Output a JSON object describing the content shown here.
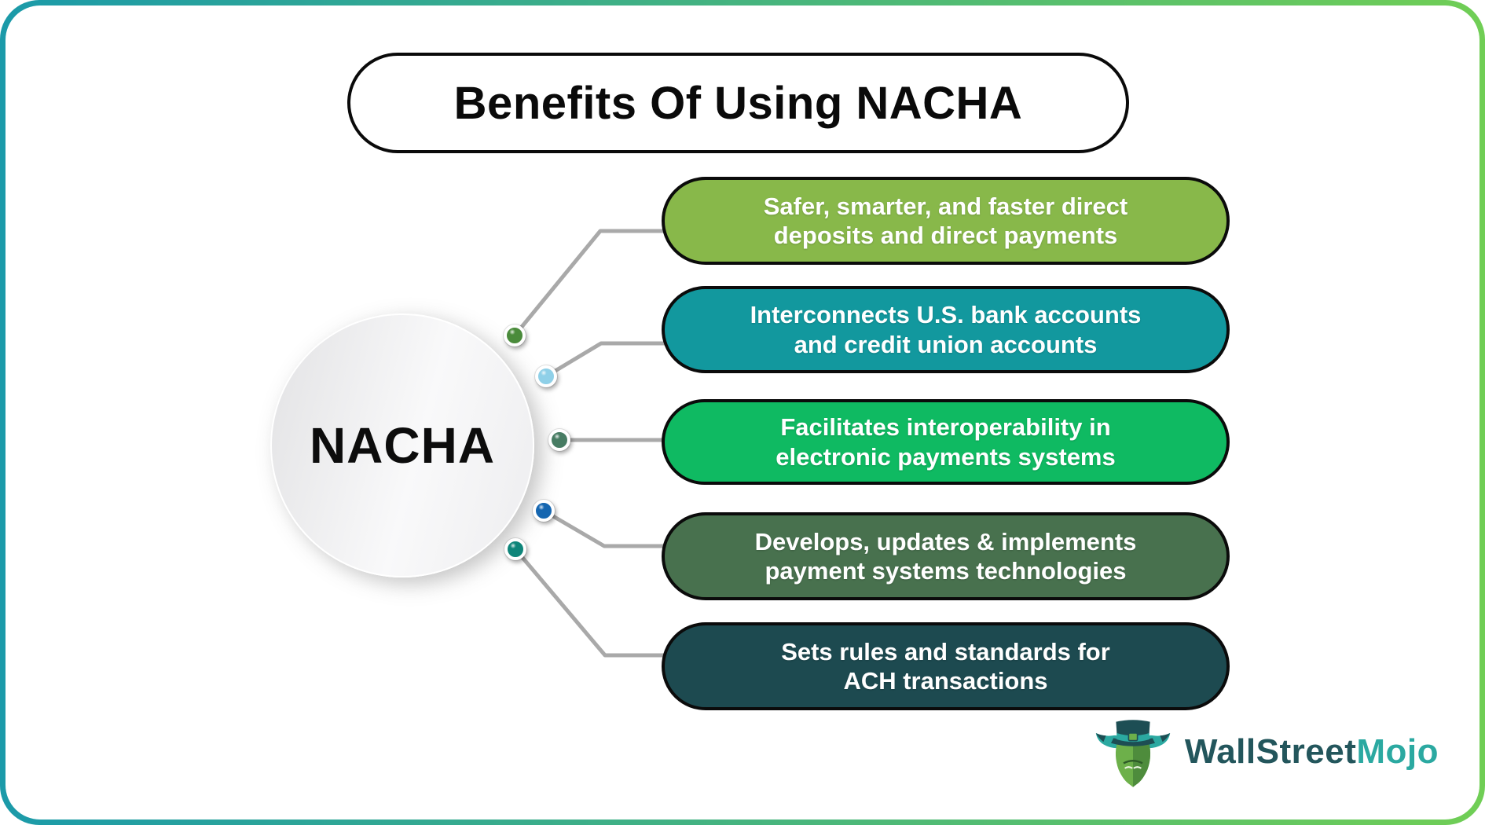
{
  "page": {
    "border_gradient_start": "#1B9AA9",
    "border_gradient_end": "#70CE55",
    "connector_color": "#A9A9A9"
  },
  "title": {
    "text": "Benefits Of Using NACHA"
  },
  "center": {
    "label": "NACHA"
  },
  "benefits": [
    {
      "line1": "Safer, smarter, and faster direct",
      "line2": "deposits and direct payments",
      "color": "#88B84A",
      "dot_color": "#4A8B3B"
    },
    {
      "line1": "Interconnects U.S. bank accounts",
      "line2": "and credit union accounts",
      "color": "#12989E",
      "dot_color": "#8FD0E8"
    },
    {
      "line1": "Facilitates interoperability in",
      "line2": "electronic payments systems",
      "color": "#0FBA62",
      "dot_color": "#477C63"
    },
    {
      "line1": "Develops, updates & implements",
      "line2": "payment systems technologies",
      "color": "#48714E",
      "dot_color": "#1566B0"
    },
    {
      "line1": "Sets rules and standards for",
      "line2": "ACH transactions",
      "color": "#1D4A50",
      "dot_color": "#0F857A"
    }
  ],
  "logo": {
    "part1": "WallStreet",
    "part2": "Mojo",
    "part1_color": "#23565C",
    "part2_color": "#2BA9A1"
  }
}
